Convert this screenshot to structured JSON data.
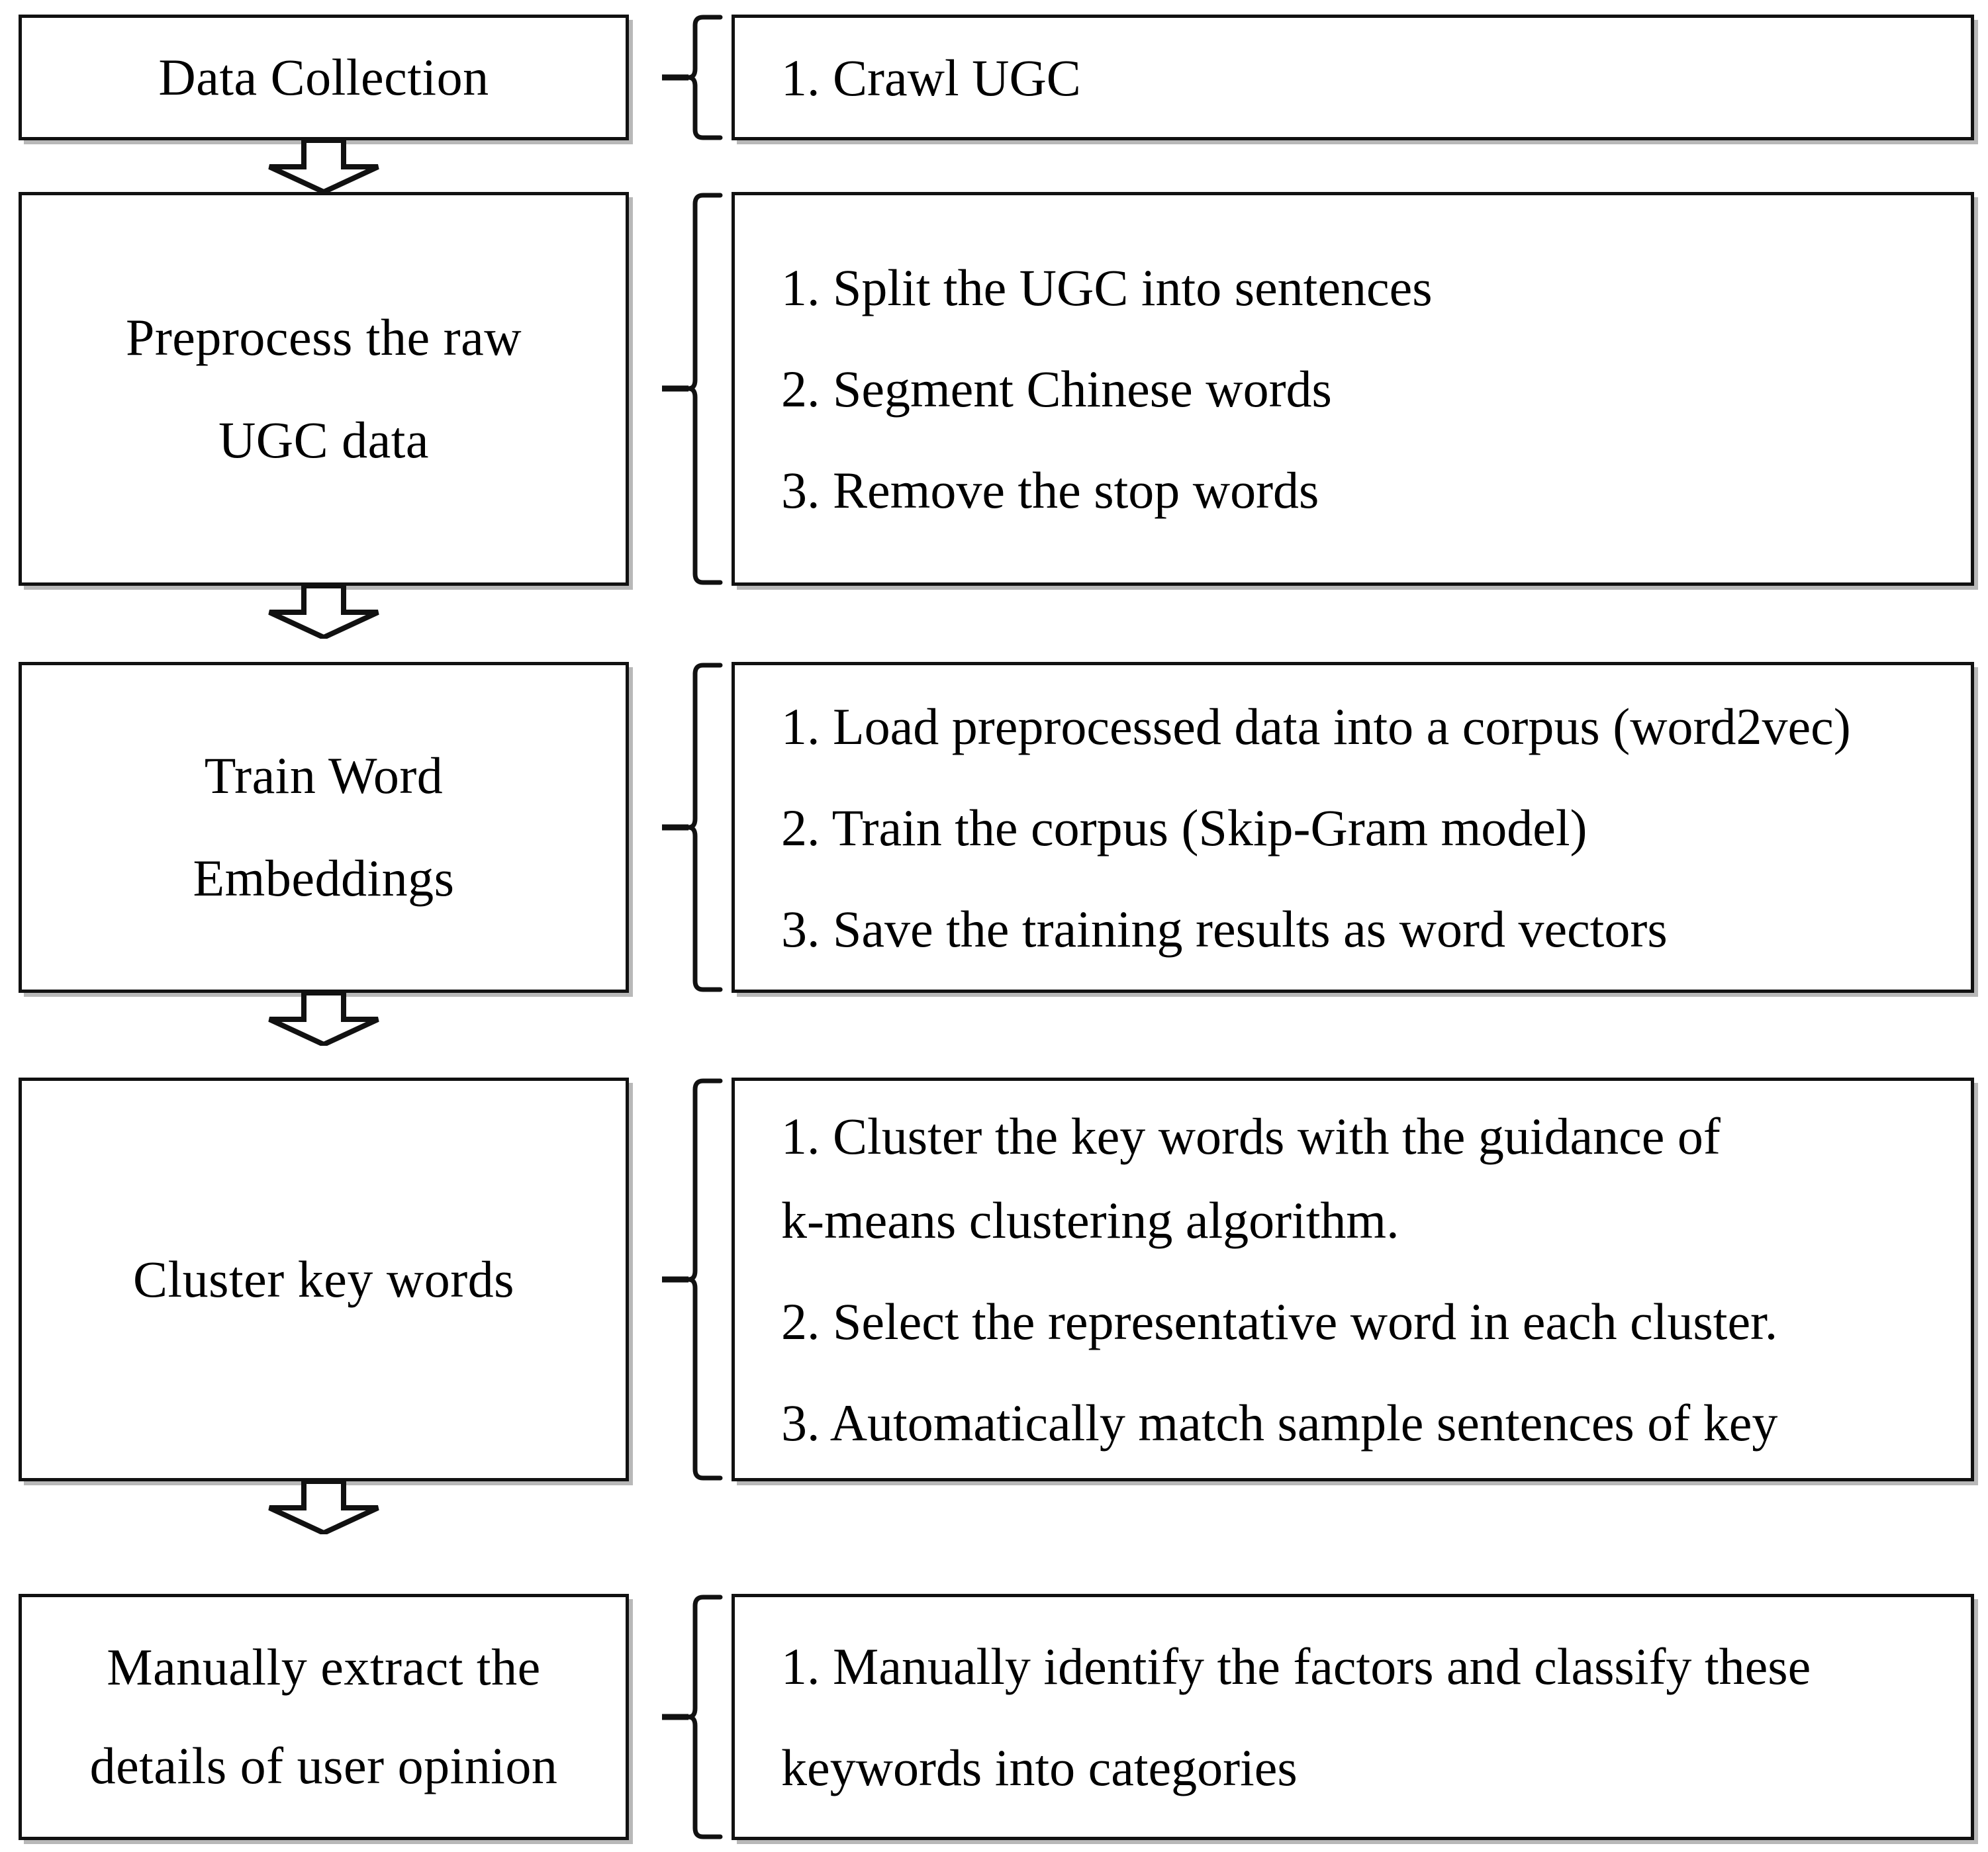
{
  "diagram": {
    "title": "Research methodology flowchart",
    "ink_color": "#111111",
    "background_color": "#ffffff",
    "stages": [
      {
        "id": "data-collection",
        "label_lines": [
          "Data Collection"
        ],
        "details": [
          "1. Crawl UGC"
        ]
      },
      {
        "id": "preprocess",
        "label_lines": [
          "Preprocess the raw",
          "UGC data"
        ],
        "details": [
          "1. Split the UGC into sentences",
          "2. Segment Chinese words",
          "3. Remove the stop words"
        ]
      },
      {
        "id": "train-word-embeddings",
        "label_lines": [
          "Train Word",
          "Embeddings"
        ],
        "details": [
          "1. Load preprocessed data into a corpus (word2vec)",
          "2. Train the corpus (Skip-Gram model)",
          "3. Save the training results as word vectors"
        ]
      },
      {
        "id": "cluster-key-words",
        "label_lines": [
          "Cluster key words"
        ],
        "details": [
          "1. Cluster the key words with the guidance of",
          "k-means clustering algorithm.",
          "2. Select the representative word in each cluster.",
          "3. Automatically match sample sentences of key"
        ]
      },
      {
        "id": "manual-extract",
        "label_lines": [
          "Manually extract the",
          "details of user opinion"
        ],
        "details": [
          "1. Manually identify the factors and classify these",
          "keywords into categories"
        ]
      }
    ],
    "connectors": {
      "arrow_icon": "down-block-arrow",
      "brace_icon": "curly-brace-right",
      "arrow_count": 4,
      "brace_count": 5
    }
  }
}
